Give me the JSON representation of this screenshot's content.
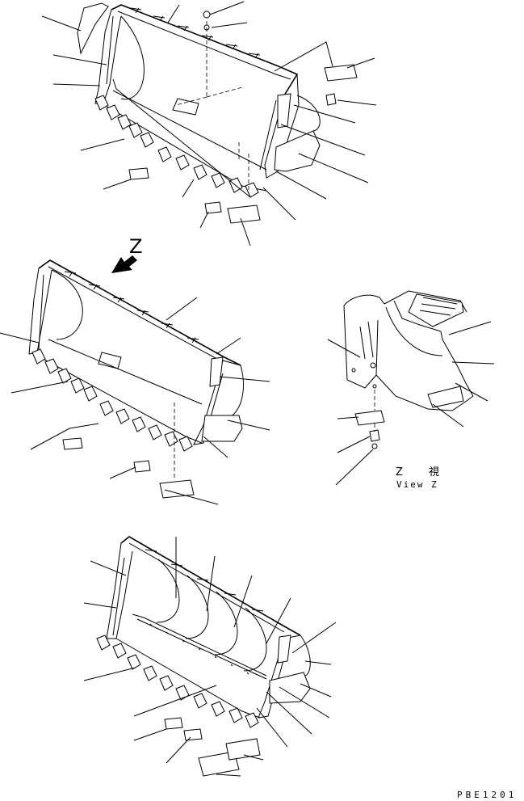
{
  "diagram": {
    "view_marker": "Z",
    "view_label_jp": "Z 視",
    "view_label_en": "View Z",
    "figure_code": "PBE1201"
  }
}
